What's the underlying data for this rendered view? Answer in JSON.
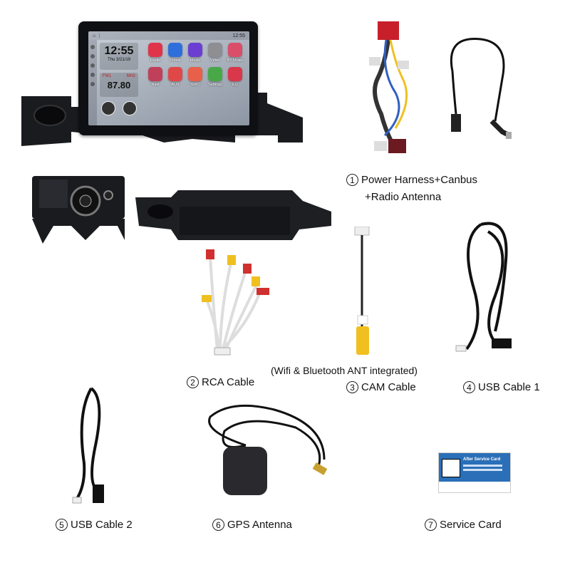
{
  "head_unit": {
    "status_time": "12:55",
    "clock_time": "12:55",
    "clock_date": "Thu 3/21/19",
    "radio_band": "FM1",
    "radio_unit": "MHz",
    "radio_freq": "87.80",
    "apps": [
      {
        "label": "Radio",
        "color": "#e0344a"
      },
      {
        "label": "Phone",
        "color": "#2f6fdc"
      },
      {
        "label": "Music",
        "color": "#6a3fd1"
      },
      {
        "label": "Video",
        "color": "#8e8e93"
      },
      {
        "label": "BT Music",
        "color": "#d94f6a"
      },
      {
        "label": "Navi",
        "color": "#c0405a"
      },
      {
        "label": "AUX",
        "color": "#e04848"
      },
      {
        "label": "SWC",
        "color": "#e8604a"
      },
      {
        "label": "Settings",
        "color": "#48a848"
      },
      {
        "label": "EQ",
        "color": "#d8384a"
      }
    ]
  },
  "items": [
    {
      "num": "1",
      "label": "Power Harness+Canbus",
      "label2": "+Radio Antenna"
    },
    {
      "num": "2",
      "label": "RCA Cable"
    },
    {
      "num": "3",
      "label": "CAM Cable"
    },
    {
      "num": "4",
      "label": "USB Cable 1"
    },
    {
      "num": "5",
      "label": "USB Cable 2"
    },
    {
      "num": "6",
      "label": "GPS Antenna"
    },
    {
      "num": "7",
      "label": "Service Card"
    }
  ],
  "wifi_note": "(Wifi & Bluetooth ANT integrated)",
  "service_card_title": "After Service Card",
  "colors": {
    "harness_red": "#c8202a",
    "rca_yellow": "#f0c020",
    "rca_red": "#d03030",
    "card_blue": "#2a6fb8"
  }
}
